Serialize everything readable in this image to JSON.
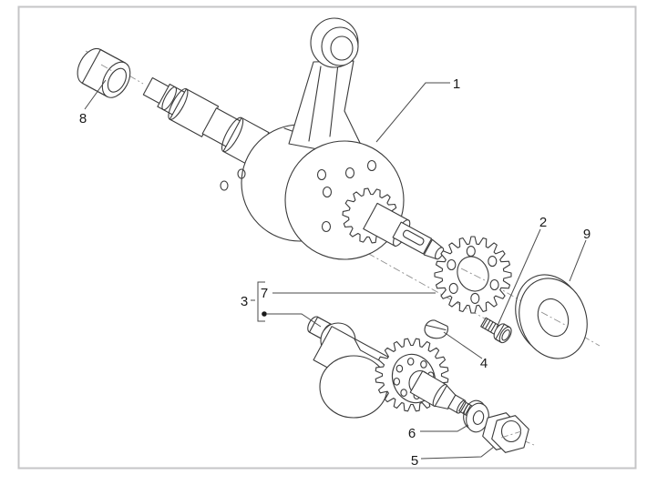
{
  "colors": {
    "line": "#3a3a3a",
    "leader": "#4a4a4a",
    "centerline": "#8f8f8f",
    "frame": "#c5c5c7",
    "label": "#1a1a1a",
    "background": "#ffffff"
  },
  "callouts": {
    "c1": "1",
    "c2": "2",
    "c3": "3",
    "c4": "4",
    "c5": "5",
    "c6": "6",
    "c7": "7",
    "c8": "8",
    "c9": "9"
  }
}
